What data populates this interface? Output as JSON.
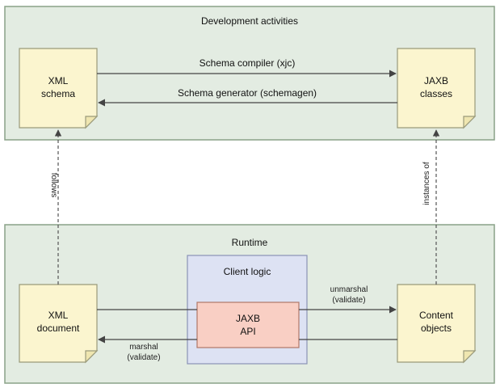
{
  "panels": {
    "development_title": "Development activities",
    "runtime_title": "Runtime"
  },
  "nodes": {
    "xml_schema": [
      "XML",
      "schema"
    ],
    "jaxb_classes": [
      "JAXB",
      "classes"
    ],
    "xml_document": [
      "XML",
      "document"
    ],
    "content_objects": [
      "Content",
      "objects"
    ],
    "client_logic": "Client logic",
    "jaxb_api": [
      "JAXB",
      "API"
    ]
  },
  "edges": {
    "schema_compiler": "Schema compiler (xjc)",
    "schema_generator": "Schema generator (schemagen)",
    "follows": "follows",
    "instances_of": "instances of",
    "unmarshal": [
      "unmarshal",
      "(validate)"
    ],
    "marshal": [
      "marshal",
      "(validate)"
    ]
  }
}
